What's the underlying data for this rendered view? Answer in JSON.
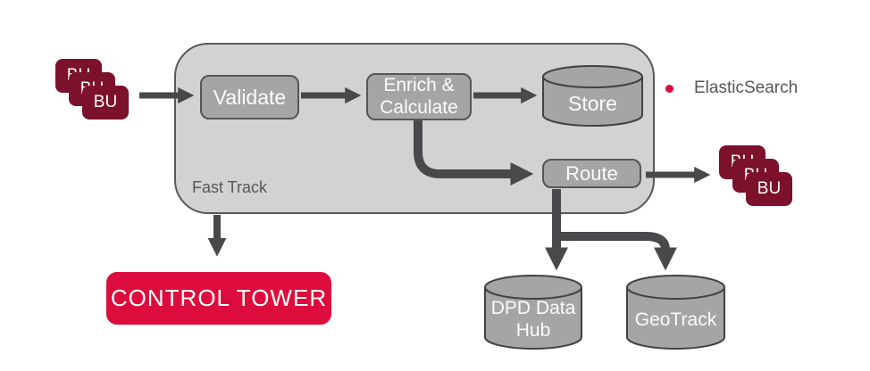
{
  "fast_track": {
    "label": "Fast Track",
    "validate": {
      "label": "Validate"
    },
    "enrich": {
      "line1": "Enrich &",
      "line2": "Calculate"
    },
    "store": {
      "label": "Store"
    },
    "route": {
      "label": "Route"
    }
  },
  "bu": {
    "label": "BU"
  },
  "legend": {
    "label": "ElasticSearch",
    "bullet_color": "#dc0c3c"
  },
  "control_tower": {
    "label": "CONTROL TOWER"
  },
  "datastores": {
    "dpd_hub": {
      "line1": "DPD Data",
      "line2": "Hub"
    },
    "geotrack": {
      "label": "GeoTrack"
    }
  },
  "colors": {
    "dpd_red": "#dc0d3c",
    "bu_dark_red": "#7b112a",
    "container_gray": "#d2d2d3",
    "node_gray": "#a5a5a6",
    "border_gray": "#545659",
    "arrow_gray": "#49494b",
    "label_gray": "#55585a",
    "text_white": "#fbfbfb"
  }
}
